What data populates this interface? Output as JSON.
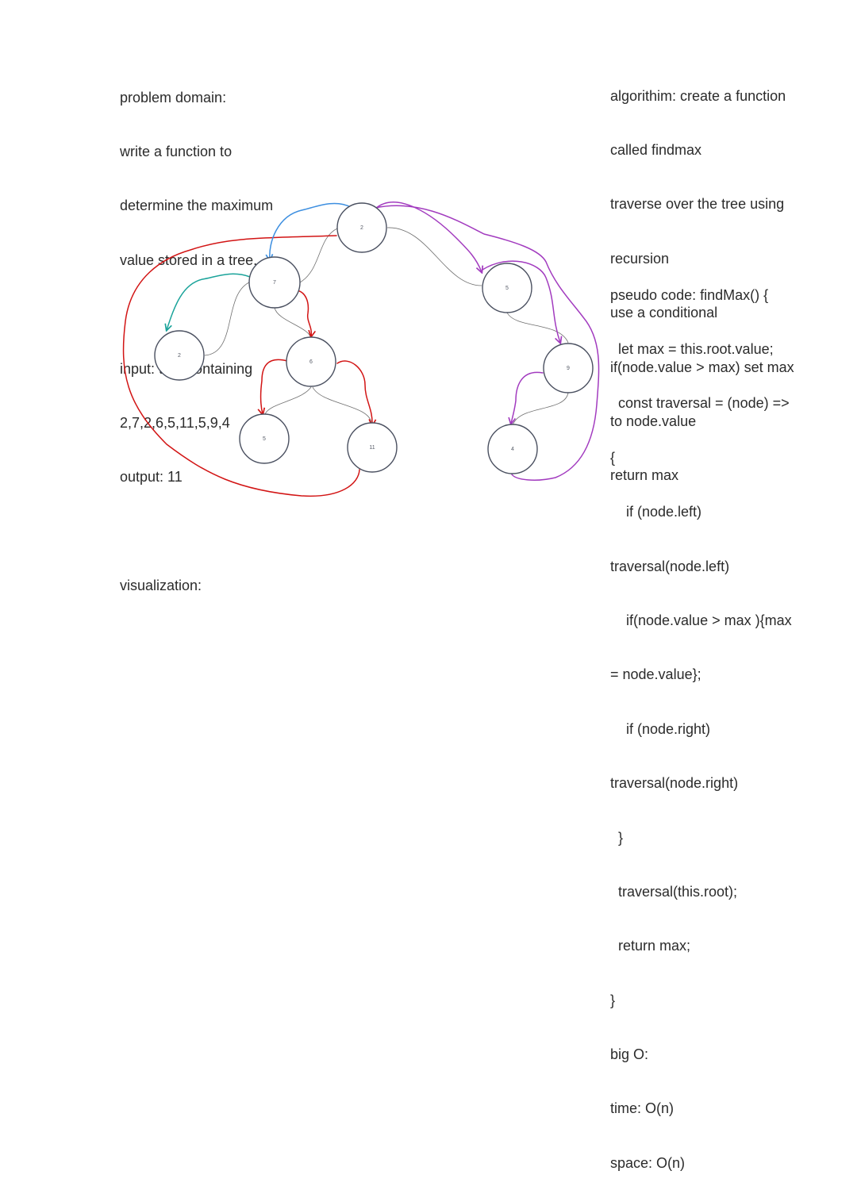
{
  "left_notes": {
    "lines": [
      "problem domain:",
      "write a function to",
      "determine the maximum",
      "value stored in a tree.",
      "",
      "input: tree containing",
      "2,7,2,6,5,11,5,9,4",
      "output: 11",
      "",
      "visualization:"
    ]
  },
  "algorithm_notes": {
    "lines": [
      "algorithim: create a function",
      "called findmax",
      "traverse over the tree using",
      "recursion",
      "use a conditional",
      "if(node.value > max) set max",
      "to node.value",
      "return max"
    ]
  },
  "pseudo_notes": {
    "lines": [
      "pseudo code: findMax() {",
      "  let max = this.root.value;",
      "  const traversal = (node) =>",
      "{",
      "    if (node.left)",
      "traversal(node.left)",
      "    if(node.value > max ){max",
      "= node.value};",
      "    if (node.right)",
      "traversal(node.right)",
      "  }",
      "  traversal(this.root);",
      "  return max;",
      "}",
      "big O:",
      "time: O(n)",
      "space: O(n)"
    ]
  },
  "tree": {
    "nodes": [
      {
        "id": "root",
        "label": "2"
      },
      {
        "id": "n7",
        "label": "7"
      },
      {
        "id": "n5r",
        "label": "5"
      },
      {
        "id": "n2l",
        "label": "2"
      },
      {
        "id": "n6",
        "label": "6"
      },
      {
        "id": "n9",
        "label": "9"
      },
      {
        "id": "n5",
        "label": "5"
      },
      {
        "id": "n11",
        "label": "11"
      },
      {
        "id": "n4",
        "label": "4"
      }
    ]
  },
  "colors": {
    "red": "#d21414",
    "blue": "#3d8fe0",
    "teal": "#1aa39a",
    "purple": "#a23bbf"
  }
}
